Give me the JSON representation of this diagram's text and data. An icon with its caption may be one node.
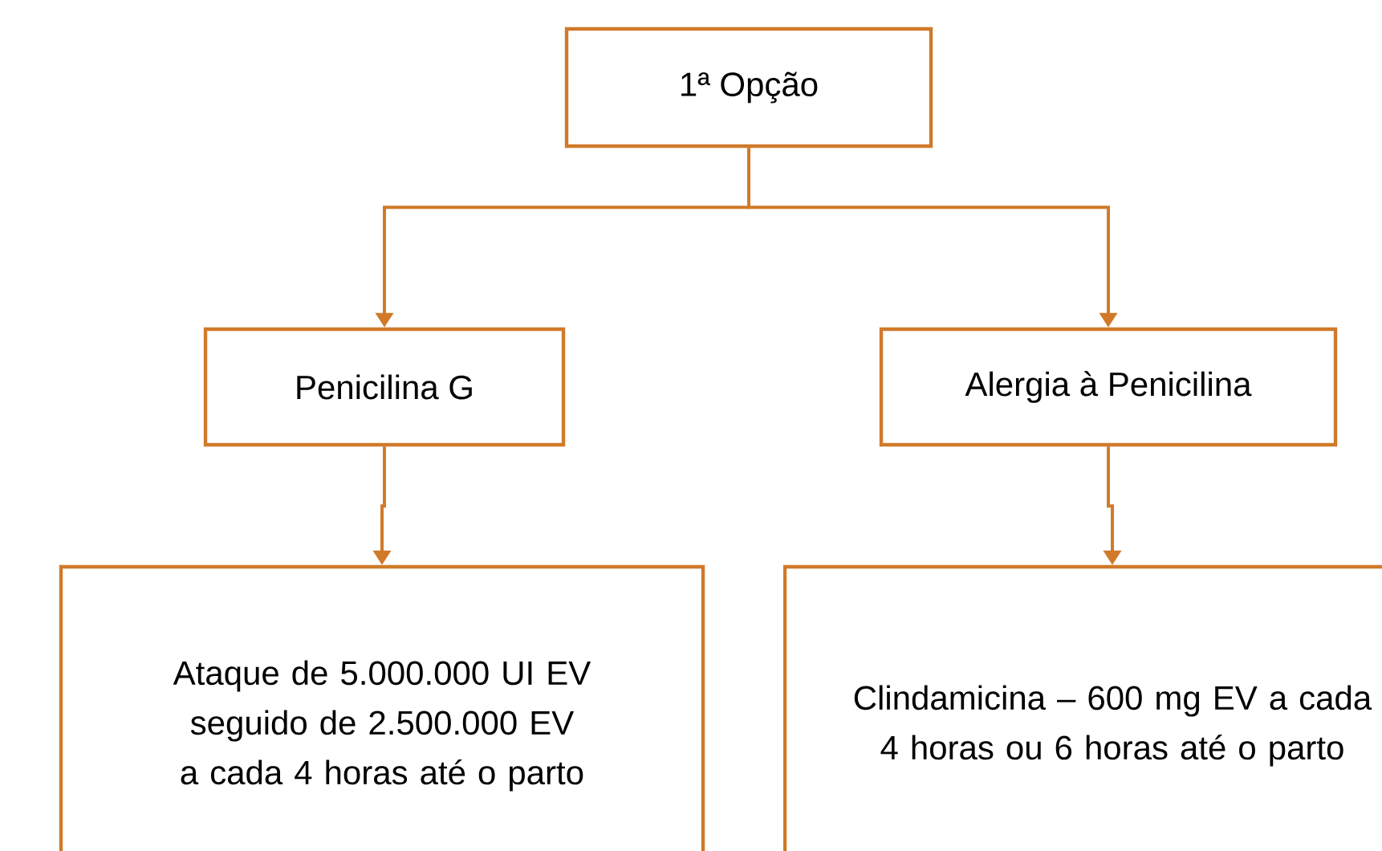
{
  "diagram": {
    "nodes": [
      {
        "text": [
          "1ª Opção"
        ]
      },
      {
        "text": [
          "Penicilina G"
        ]
      },
      {
        "text": [
          "Alergia à Penicilina"
        ]
      },
      {
        "text": [
          "Ataque de 5.000.000 UI EV seguido de 2.500.000 EV a cada 4 horas até o parto"
        ]
      },
      {
        "text": [
          "Clindamicina – 600 mg EV a cada 4 horas ou 6 horas até o parto"
        ]
      }
    ],
    "edges": [
      {
        "from": 0,
        "to": 1,
        "arrow": "to"
      },
      {
        "from": 0,
        "to": 2,
        "arrow": "to"
      },
      {
        "from": 1,
        "to": 3,
        "arrow": "to"
      },
      {
        "from": 2,
        "to": 4,
        "arrow": "to"
      }
    ]
  }
}
